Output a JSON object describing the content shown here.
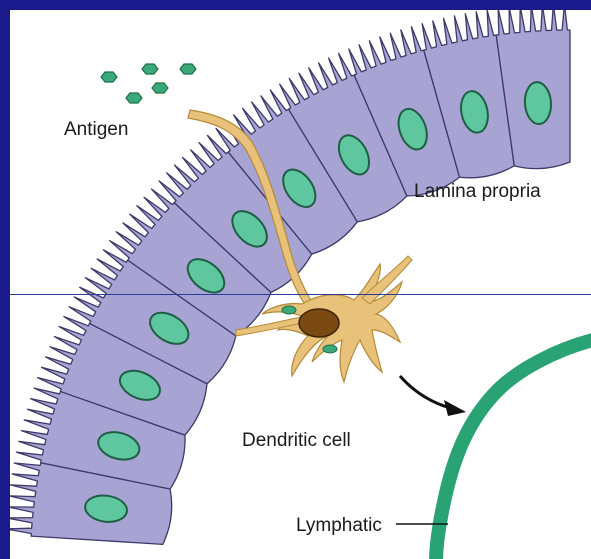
{
  "labels": {
    "antigen": "Antigen",
    "lamina_propria": "Lamina propria",
    "dendritic_cell": "Dendritic cell",
    "lymphatic": "Lymphatic"
  },
  "colors": {
    "frame": "#1a1a8c",
    "epithelium": "#a7a3d3",
    "epithelium_outline": "#3c3a6a",
    "nucleus": "#5fc7a0",
    "dendritic_cell": "#e8c27a",
    "dendritic_nucleus": "#7a4a12",
    "antigen": "#3aaa7a",
    "lymphatic": "#2aa374"
  },
  "icons": {
    "arrow": "curved-arrow-icon"
  }
}
